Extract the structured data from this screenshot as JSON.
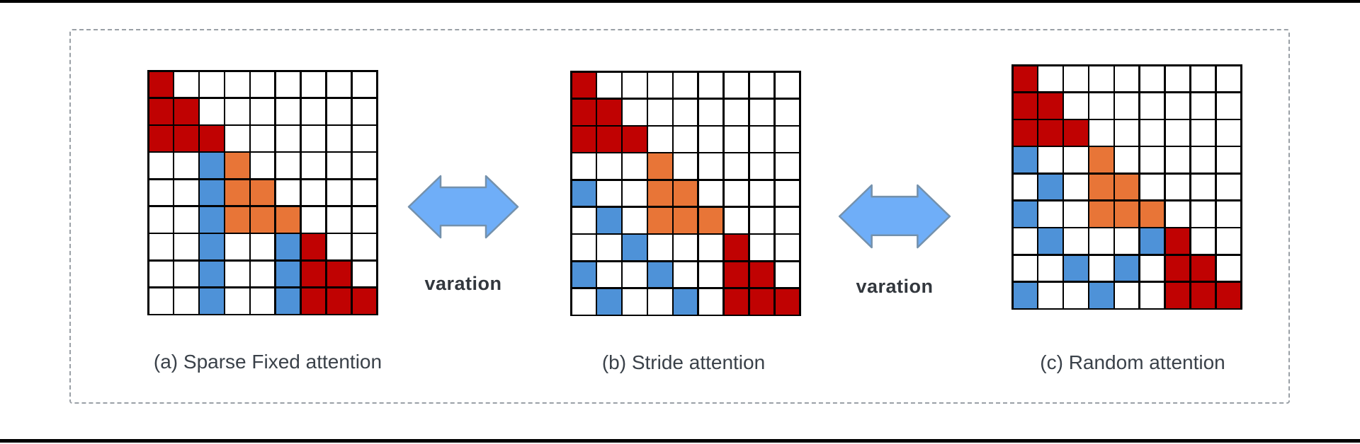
{
  "figure": {
    "panels": [
      {
        "caption": "(a) Sparse Fixed attention",
        "grid": [
          "R........",
          "RR.......",
          "RRR......",
          "..BO.....",
          "..BOO....",
          "..BOOO...",
          "..B..BR..",
          "..B..BRR.",
          "..B..BRRR"
        ]
      },
      {
        "caption": "(b) Stride attention",
        "grid": [
          "R........",
          "RR.......",
          "RRR......",
          "...O.....",
          "B..OO....",
          ".B.OOO...",
          "..B...R..",
          "B..B..RR.",
          ".B..B.RRR"
        ]
      },
      {
        "caption": "(c) Random attention",
        "grid": [
          "R........",
          "RR.......",
          "RRR......",
          "B..O.....",
          ".B.OO....",
          "B..OOO...",
          ".B...BR..",
          "..B.B.RR.",
          "B..B..RRR"
        ]
      }
    ],
    "arrows": [
      {
        "label": "varation"
      },
      {
        "label": "varation"
      }
    ],
    "colors": {
      "red": "#c00202",
      "orange": "#e87537",
      "blue": "#4e92d8",
      "white": "#ffffff",
      "grid_line": "#000000",
      "arrow_fill": "#6faef8",
      "arrow_stroke": "#7491ac",
      "caption_text": "#3a4149",
      "label_text": "#32373d",
      "dashed_border": "#9aa0a6"
    }
  }
}
